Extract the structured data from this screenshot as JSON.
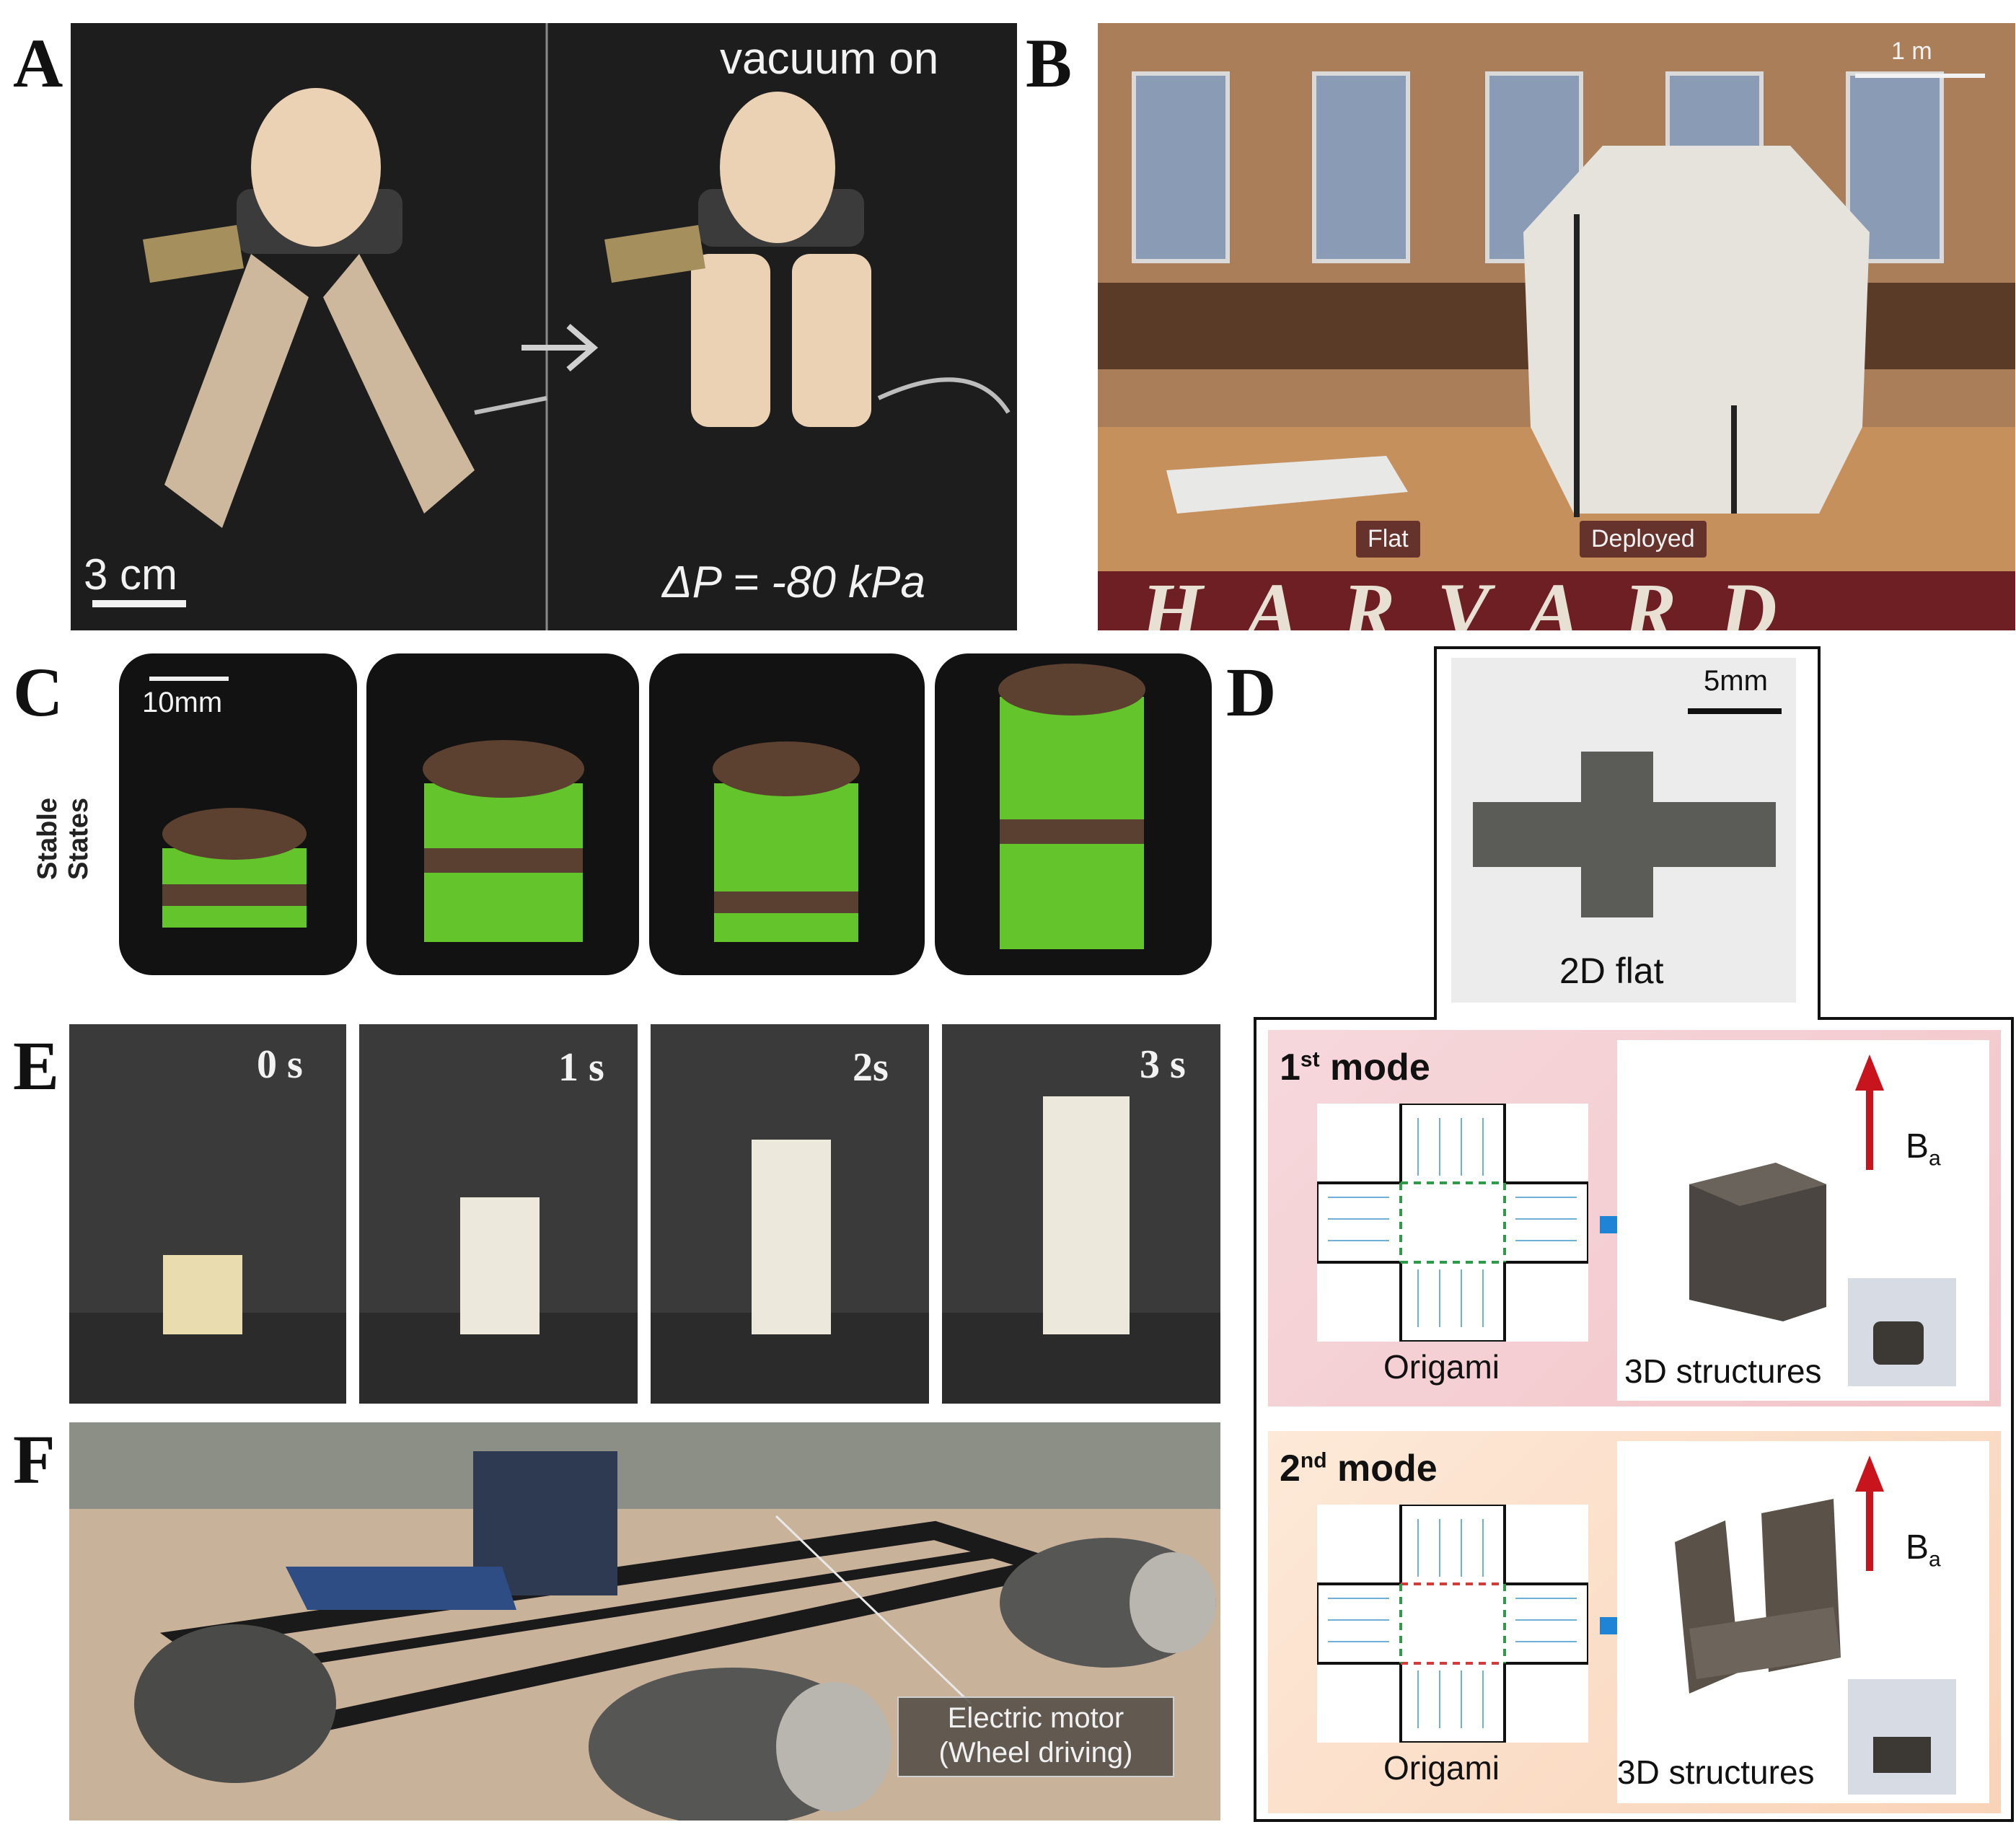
{
  "panels": {
    "A": {
      "letter": "A",
      "scale": "3 cm",
      "state_label": "vacuum on",
      "pressure_label": "ΔP = -80 kPa"
    },
    "B": {
      "letter": "B",
      "scale": "1 m",
      "flat_label": "Flat",
      "deployed_label": "Deployed",
      "floor_text": "HARVARD"
    },
    "C": {
      "letter": "C",
      "scale": "10mm",
      "side_label": "Stable States"
    },
    "D": {
      "letter": "D",
      "scale": "5mm",
      "flat_caption": "2D flat",
      "mode1": {
        "title_num": "1",
        "title_sup": "st",
        "title_word": " mode",
        "origami": "Origami",
        "structures": "3D structures",
        "field": "B",
        "field_sub": "a"
      },
      "mode2": {
        "title_num": "2",
        "title_sup": "nd",
        "title_word": " mode",
        "origami": "Origami",
        "structures": "3D structures",
        "field": "B",
        "field_sub": "a"
      }
    },
    "E": {
      "letter": "E",
      "times": [
        "0 s",
        "1 s",
        "2s",
        "3 s"
      ]
    },
    "F": {
      "letter": "F",
      "callout_line1": "Electric motor",
      "callout_line2": "(Wheel driving)"
    }
  }
}
